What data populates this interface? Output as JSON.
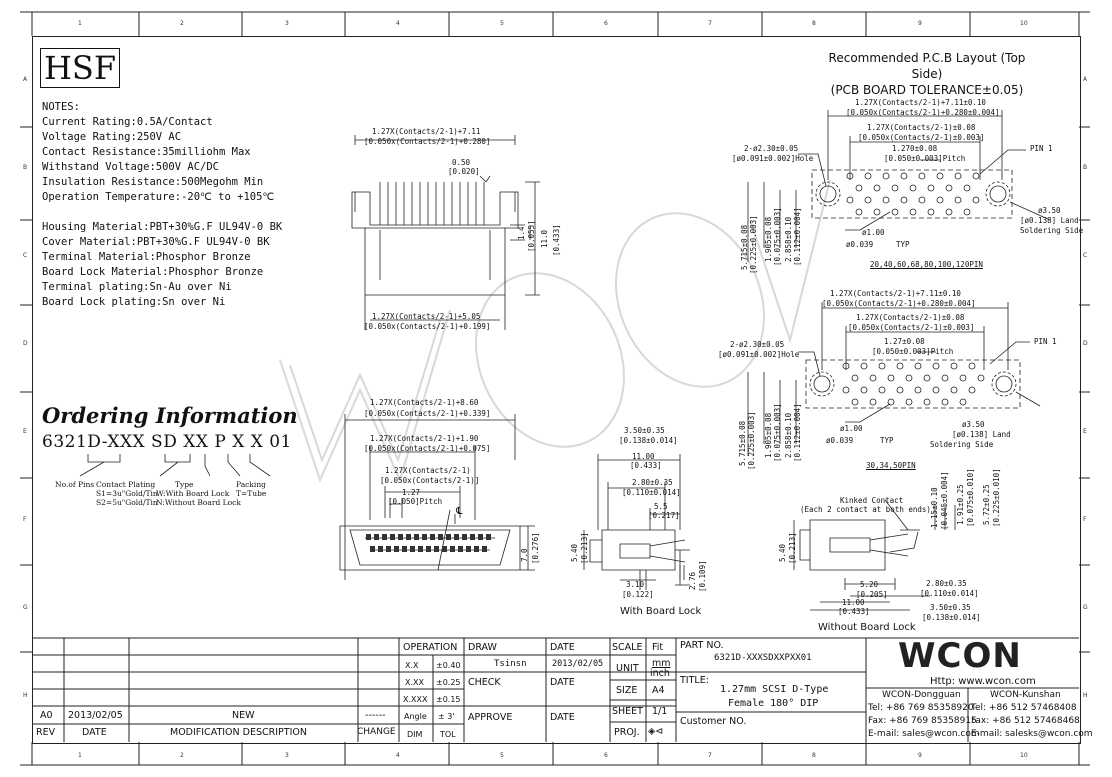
{
  "grid": {
    "columns": [
      "1",
      "2",
      "3",
      "4",
      "5",
      "6",
      "7",
      "8",
      "9",
      "10"
    ],
    "rows": [
      "A",
      "B",
      "C",
      "D",
      "E",
      "F",
      "G",
      "H"
    ]
  },
  "logo": "HSF",
  "notes": {
    "heading": "NOTES:",
    "lines": [
      "Current Rating:0.5A/Contact",
      "Voltage Rating:250V AC",
      "Contact Resistance:35milliohm Max",
      "Withstand Voltage:500V AC/DC",
      "Insulation Resistance:500Megohm Min",
      "Operation Temperature:-20℃ to +105℃",
      "",
      "Housing Material:PBT+30%G.F UL94V-0 BK",
      "Cover Material:PBT+30%G.F UL94V-0 BK",
      "Terminal Material:Phosphor Bronze",
      "Board Lock Material:Phosphor Bronze",
      "Terminal plating:Sn-Au over Ni",
      "Board Lock plating:Sn over Ni"
    ]
  },
  "ordering": {
    "title": "Ordering Information",
    "code": "6321D-XXX SD XX P X X 01",
    "labels": {
      "pins": "No.of Pins",
      "plating": "Contact Plating",
      "plating_s1": "S1=3u\"Gold/Tin",
      "plating_s2": "S2=5u\"Gold/Tin",
      "type": "Type",
      "type_w": "W:With Board Lock",
      "type_n": "N:Without Board Lock",
      "packing": "Packing",
      "packing_t": "T=Tube"
    }
  },
  "pcb": {
    "title_line1": "Recommended P.C.B Layout (Top Side)",
    "title_line2": "(PCB BOARD TOLERANCE±0.05)",
    "top": {
      "d1": "1.27X(Contacts/2-1)+7.11±0.10",
      "d1b": "[0.050x(Contacts/2-1)+0.280±0.004]",
      "d2": "1.27X(Contacts/2-1)±0.08",
      "d2b": "[0.050x(Contacts/2-1)±0.003]",
      "d3": "1.270±0.08",
      "d3b": "[0.050±0.003]Pitch",
      "hole": "2-ø2.30±0.05",
      "holeb": "[ø0.091±0.002]Hole",
      "pin1": "PIN 1",
      "land": "ø3.50",
      "landb": "[ø0.138] Land",
      "landc": "Soldering Side",
      "via": "ø1.00",
      "viab": "ø0.039",
      "typ": "TYP",
      "v1": "5.715±0.08",
      "v1b": "[0.225±0.003]",
      "v2": "1.905±0.08",
      "v2b": "[0.075±0.003]",
      "v3": "2.858±0.10",
      "v3b": "[0.112±0.004]",
      "pins": "20,40,60,68,80,100,120PIN"
    },
    "bottom": {
      "d1": "1.27X(Contacts/2-1)+7.11±0.10",
      "d1b": "[0.050x(Contacts/2-1)+0.280±0.004]",
      "d2": "1.27X(Contacts/2-1)±0.08",
      "d2b": "[0.050x(Contacts/2-1)±0.003]",
      "d3": "1.27±0.08",
      "d3b": "[0.050±0.003]Pitch",
      "hole": "2-ø2.30±0.05",
      "holeb": "[ø0.091±0.002]Hole",
      "pin1": "PIN 1",
      "land": "ø3.50",
      "landb": "[ø0.138] Land",
      "landc": "Soldering Side",
      "via": "ø1.00",
      "viab": "ø0.039",
      "typ": "TYP",
      "v1": "5.715±0.08",
      "v1b": "[0.225±0.003]",
      "v2": "1.905±0.08",
      "v2b": "[0.075±0.003]",
      "v3": "2.858±0.10",
      "v3b": "[0.112±0.004]",
      "pins": "30,34,50PIN"
    }
  },
  "front": {
    "d1": "1.27X(Contacts/2-1)+7.11",
    "d1b": "[0.050x(Contacts/2-1)+0.280]",
    "d2": "0.50",
    "d2b": "[0.020]",
    "d3": "1.4",
    "d3b": "[0.055]",
    "d4": "11.0",
    "d4b": "[0.433]",
    "d5": "1.27X(Contacts/2-1)+5.05",
    "d5b": "[0.050x(Contacts/2-1)+0.199]"
  },
  "topview": {
    "d1": "1.27X(Contacts/2-1)+8.60",
    "d1b": "[0.050x(Contacts/2-1)+0.339]",
    "d2": "1.27X(Contacts/2-1)+1.90",
    "d2b": "[0.050x(Contacts/2-1)+0.075]",
    "d3": "1.27X(Contacts/2-1)",
    "d3b": "[0.050x(Contacts/2-1)]",
    "d4": "1.27",
    "d4b": "[0.050]Pitch",
    "d5": "7.0",
    "d5b": "[0.276]",
    "cl": "℄"
  },
  "side_with": {
    "d1": "3.50±0.35",
    "d1b": "[0.138±0.014]",
    "d2": "11.00",
    "d2b": "[0.433]",
    "d3": "2.80±0.35",
    "d3b": "[0.110±0.014]",
    "d4": "5.5",
    "d4b": "[0.217]",
    "d5": "5.40",
    "d5b": "[0.213]",
    "d6": "3.10",
    "d6b": "[0.122]",
    "d7": "2.76",
    "d7b": "[0.109]",
    "label": "With Board Lock"
  },
  "side_without": {
    "kinked": "Kinked Contact",
    "kinkedb": "(Each 2 contact at both ends)",
    "v1": "1.15±0.10",
    "v1b": "[0.045±0.004]",
    "v2": "1.91±0.25",
    "v2b": "[0.075±0.010]",
    "v3": "5.72±0.25",
    "v3b": "[0.225±0.010]",
    "d5": "5.40",
    "d5b": "[0.213]",
    "d6": "5.20",
    "d6b": "[0.205]",
    "d3": "2.80±0.35",
    "d3b": "[0.110±0.014]",
    "d2": "11.00",
    "d2b": "[0.433]",
    "d1": "3.50±0.35",
    "d1b": "[0.138±0.014]",
    "label": "Without Board Lock"
  },
  "titleblock": {
    "operation": "OPERATION",
    "tol_rows": [
      {
        "k": "X.X",
        "v": "±0.40"
      },
      {
        "k": "X.XX",
        "v": "±0.25"
      },
      {
        "k": "X.XXX",
        "v": "±0.15"
      },
      {
        "k": "Angle",
        "v": "± 3'"
      }
    ],
    "dim": "DIM",
    "tol": "TOL",
    "draw": "DRAW",
    "drawer": "Tsinsn",
    "check": "CHECK",
    "approve": "APPROVE",
    "date_h": "DATE",
    "date_draw": "2013/02/05",
    "scale": "SCALE",
    "scale_v": "Fit",
    "unit": "UNIT",
    "unit_v1": "mm",
    "unit_v2": "inch",
    "size": "SIZE",
    "size_v": "A4",
    "sheet": "SHEET",
    "sheet_v": "1/1",
    "proj": "PROJ.",
    "proj_v": "◈⊲",
    "part_no_h": "PART NO.",
    "part_no": "6321D-XXXSDXXPXX01",
    "title_h": "TITLE:",
    "title1": "1.27mm SCSI D-Type",
    "title2": "Female 180° DIP",
    "customer": "Customer NO.",
    "rev_row": {
      "rev": "A0",
      "date": "2013/02/05",
      "desc": "NEW",
      "change": "------"
    },
    "hdr_rev": "REV",
    "hdr_date": "DATE",
    "hdr_desc": "MODIFICATION DESCRIPTION",
    "hdr_change": "CHANGE",
    "brand": "WCON",
    "http": "Http: www.wcon.com",
    "dg": {
      "name": "WCON-Dongguan",
      "tel": "Tel: +86 769 85358920",
      "fax": "Fax: +86 769 85358915",
      "mail": "E-mail: sales@wcon.com"
    },
    "ks": {
      "name": "WCON-Kunshan",
      "tel": "Tel: +86 512 57468408",
      "fax": "Fax: +86 512 57468468",
      "mail": "E-mail: salesks@wcon.com"
    }
  }
}
